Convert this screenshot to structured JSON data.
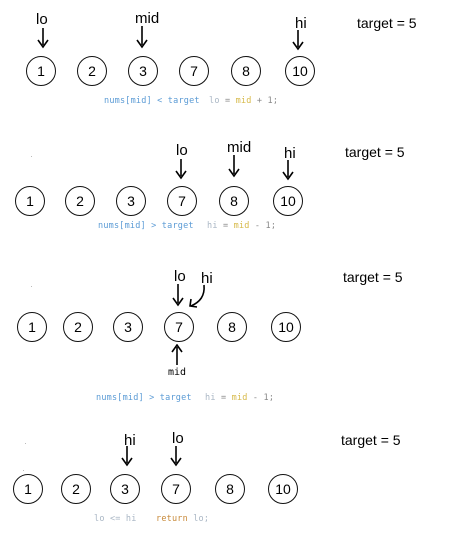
{
  "panels": [
    {
      "target": "target = 5",
      "nums": [
        "1",
        "2",
        "3",
        "7",
        "8",
        "10"
      ],
      "pointers": {
        "lo": "lo",
        "mid": "mid",
        "hi": "hi"
      },
      "code": {
        "cond": "nums[mid] < target",
        "action_var": "lo",
        "action_op": "=",
        "action_rhs_var": "mid",
        "action_rhs_rest": "+ 1;"
      }
    },
    {
      "target": "target = 5",
      "nums": [
        "1",
        "2",
        "3",
        "7",
        "8",
        "10"
      ],
      "pointers": {
        "lo": "lo",
        "mid": "mid",
        "hi": "hi"
      },
      "code": {
        "cond": "nums[mid] > target",
        "action_var": "hi",
        "action_op": "=",
        "action_rhs_var": "mid",
        "action_rhs_rest": "- 1;"
      }
    },
    {
      "target": "target = 5",
      "nums": [
        "1",
        "2",
        "3",
        "7",
        "8",
        "10"
      ],
      "pointers": {
        "lo": "lo",
        "mid": "mid",
        "hi": "hi"
      },
      "code": {
        "cond": "nums[mid] > target",
        "action_var": "hi",
        "action_op": "=",
        "action_rhs_var": "mid",
        "action_rhs_rest": "- 1;"
      }
    },
    {
      "target": "target = 5",
      "nums": [
        "1",
        "2",
        "3",
        "7",
        "8",
        "10"
      ],
      "pointers": {
        "lo": "lo",
        "hi": "hi"
      },
      "code": {
        "cond": "lo <= hi",
        "ret_kw": "return",
        "ret_val": "lo;"
      }
    }
  ]
}
